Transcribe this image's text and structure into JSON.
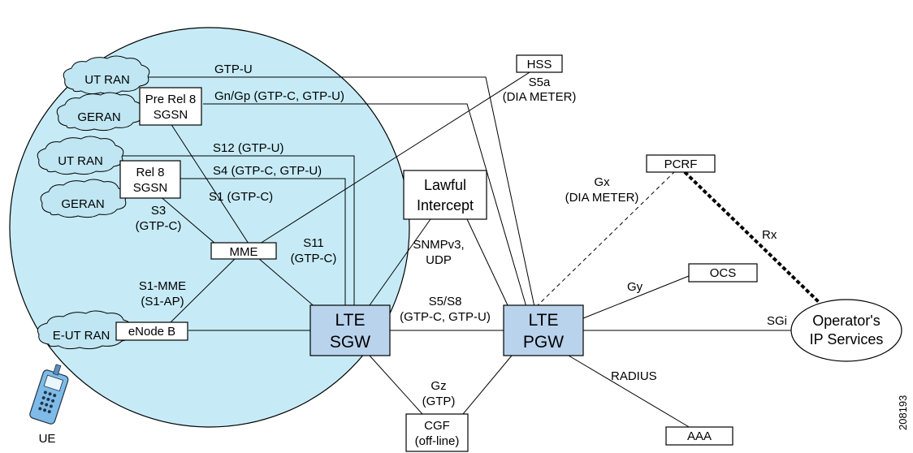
{
  "nodes": {
    "utran1": "UT RAN",
    "geran1": "GERAN",
    "utran2": "UT RAN",
    "geran2": "GERAN",
    "eutran": "E-UT RAN",
    "sgsn_pre": [
      "Pre Rel 8",
      "SGSN"
    ],
    "sgsn_rel8": [
      "Rel 8",
      "SGSN"
    ],
    "mme": "MME",
    "enodeb": "eNode B",
    "hss": "HSS",
    "lawful": [
      "Lawful",
      "Intercept"
    ],
    "sgw": [
      "LTE",
      "SGW"
    ],
    "pgw": [
      "LTE",
      "PGW"
    ],
    "pcrf": "PCRF",
    "ocs": "OCS",
    "aaa": "AAA",
    "cgf": [
      "CGF",
      "(off-line)"
    ],
    "operator": [
      "Operator's",
      "IP Services"
    ],
    "ue": "UE"
  },
  "interfaces": {
    "gtpu": "GTP-U",
    "gngp": "Gn/Gp (GTP-C, GTP-U)",
    "s5a": [
      "S5a",
      "(DIA METER)"
    ],
    "s12": "S12 (GTP-U)",
    "s4": "S4 (GTP-C, GTP-U)",
    "s1": "S1 (GTP-C)",
    "s3": [
      "S3",
      "(GTP-C)"
    ],
    "s11": [
      "S11",
      "(GTP-C)"
    ],
    "s1mme": [
      "S1-MME",
      "(S1-AP)"
    ],
    "snmp": [
      "SNMPv3,",
      "UDP"
    ],
    "s5s8": [
      "S5/S8",
      "(GTP-C, GTP-U)"
    ],
    "gz": [
      "Gz",
      "(GTP)"
    ],
    "gx": [
      "Gx",
      "(DIA METER)"
    ],
    "rx": "Rx",
    "gy": "Gy",
    "sgi": "SGi",
    "radius": "RADIUS"
  },
  "figure_id": "208193",
  "colors": {
    "coverage": "#c6ebf6",
    "gateway": "#b9d3ec"
  }
}
